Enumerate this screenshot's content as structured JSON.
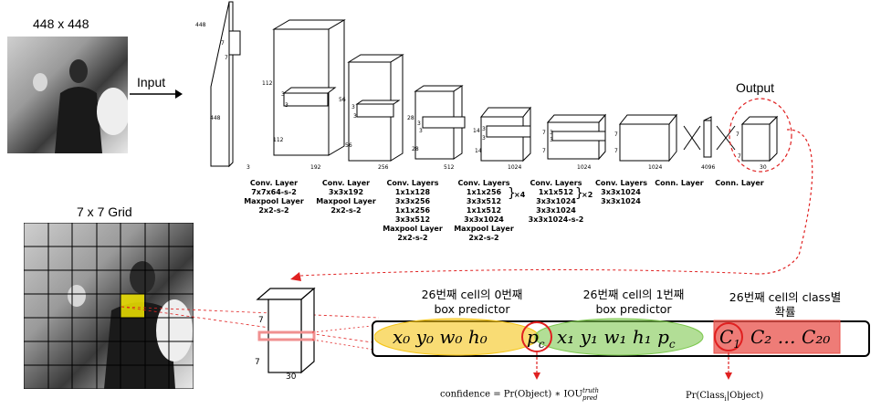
{
  "input_image": {
    "size_label": "448 x 448",
    "arrow_label": "Input"
  },
  "grid_image": {
    "title": "7 x 7 Grid",
    "rows": 7,
    "cols": 7
  },
  "output_label": "Output",
  "network": {
    "dims": {
      "in_h": "448",
      "in_w": "448",
      "in_k": "7",
      "in_k2": "7",
      "in_c": "3",
      "b1_h": "112",
      "b1_w": "112",
      "b1_k": "3",
      "b1_k2": "3",
      "b1_c": "192",
      "b2_h": "56",
      "b2_w": "56",
      "b2_k": "3",
      "b2_k2": "3",
      "b2_c": "256",
      "b3_h": "28",
      "b3_w": "28",
      "b3_k": "3",
      "b3_k2": "3",
      "b3_c": "512",
      "b4_h": "14",
      "b4_w": "14",
      "b4_k": "3",
      "b4_k2": "3",
      "b4_c": "1024",
      "b5_h": "7",
      "b5_w": "7",
      "b5_k": "3",
      "b5_k2": "3",
      "b5_c": "1024",
      "b6_h": "7",
      "b6_w": "7",
      "b6_c": "1024",
      "fc_c": "4096",
      "out_h": "7",
      "out_w": "7",
      "out_c": "30"
    },
    "layers": [
      {
        "lines": [
          "Conv. Layer",
          "7x7x64-s-2",
          "Maxpool Layer",
          "2x2-s-2"
        ]
      },
      {
        "lines": [
          "Conv. Layer",
          "3x3x192",
          "Maxpool Layer",
          "2x2-s-2"
        ]
      },
      {
        "lines": [
          "Conv. Layers",
          "1x1x128",
          "3x3x256",
          "1x1x256",
          "3x3x512",
          "Maxpool Layer",
          "2x2-s-2"
        ]
      },
      {
        "lines": [
          "Conv. Layers",
          "1x1x256",
          "3x3x512",
          "1x1x512",
          "3x3x1024",
          "Maxpool Layer",
          "2x2-s-2"
        ],
        "repeat": "×4"
      },
      {
        "lines": [
          "Conv. Layers",
          "1x1x512",
          "3x3x1024",
          "3x3x1024",
          "3x3x1024-s-2"
        ],
        "repeat": "×2"
      },
      {
        "lines": [
          "Conv. Layers",
          "3x3x1024",
          "3x3x1024"
        ]
      },
      {
        "lines": [
          "Conn. Layer"
        ]
      },
      {
        "lines": [
          "Conn. Layer"
        ]
      }
    ]
  },
  "zoom_cube": {
    "h": "7",
    "w": "7",
    "c": "30"
  },
  "vector": {
    "box0_title": [
      "26번째 cell의 0번째",
      "box predictor"
    ],
    "box1_title": [
      "26번째 cell의 1번째",
      "box predictor"
    ],
    "class_title": [
      "26번째 cell의 class별",
      "확률"
    ],
    "box0_terms": "x₀ y₀ w₀ h₀",
    "box0_pc": "p",
    "box0_pc_sub": "c",
    "box1_terms": "x₁ y₁ w₁ h₁ p",
    "box1_terms_sub": "c",
    "class_c1": "C",
    "class_c1_sub": "1",
    "class_rest": "C₂  … C₂₀"
  },
  "formulas": {
    "confidence": "confidence = Pr(Object) ∗ IOU",
    "confidence_sup": "truth",
    "confidence_sub": "pred",
    "class_prob": "Pr(Class",
    "class_prob_sub": "i",
    "class_prob_end": "|Object)"
  },
  "colors": {
    "yellow_ellipse": "#f5c518",
    "green_ellipse": "#7ec850",
    "red_box": "#e8504a",
    "red_dashed": "#e02020"
  }
}
